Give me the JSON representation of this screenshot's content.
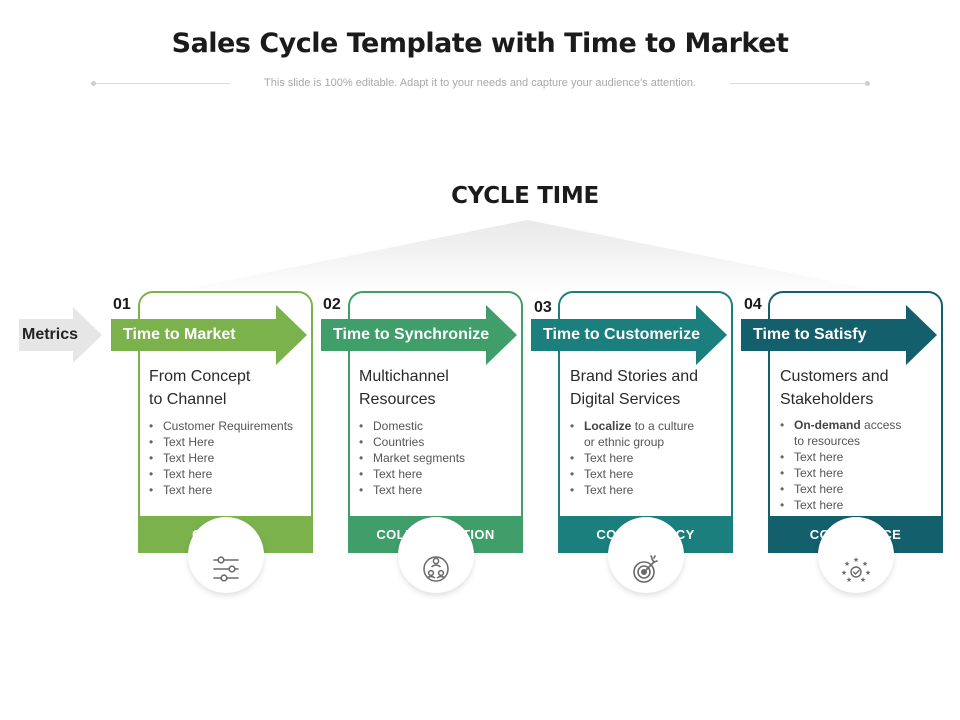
{
  "header": {
    "title": "Sales Cycle Template with Time to Market",
    "subtitle": "This slide is 100% editable. Adapt it to your needs and capture your audience's attention."
  },
  "cycle_label": "CYCLE TIME",
  "metrics_label": "Metrics",
  "colors": {
    "green_light": "#7bb24c",
    "green_mid": "#3f9e6a",
    "teal": "#1a7f7d",
    "teal_dark": "#135f6c"
  },
  "stages": [
    {
      "number": "01",
      "arrow_label": "Time to Market",
      "heading_line1": "From Concept",
      "heading_line2": "to Channel",
      "bullets": [
        "Customer Requirements",
        "Text Here",
        "Text Here",
        "Text here",
        "Text here"
      ],
      "band_label": "CONTROL",
      "icon": "sliders-icon"
    },
    {
      "number": "02",
      "arrow_label": "Time to Synchronize",
      "heading_line1": "Multichannel",
      "heading_line2": "Resources",
      "bullets": [
        "Domestic",
        "Countries",
        "Market segments",
        "Text here",
        "Text here"
      ],
      "band_label": "COLLABORATION",
      "icon": "team-icon"
    },
    {
      "number": "03",
      "arrow_label": "Time to Customerize",
      "heading_line1": "Brand Stories and",
      "heading_line2": "Digital Services",
      "bullet_first_bold": "Localize",
      "bullet_first_rest": "to a culture",
      "bullet_first_cont": "or ethnic group",
      "bullets": [
        "Text here",
        "Text here",
        "Text here"
      ],
      "band_label": "CONSISTENCY",
      "icon": "target-icon"
    },
    {
      "number": "04",
      "arrow_label": "Time to Satisfy",
      "heading_line1": "Customers and",
      "heading_line2": "Stakeholders",
      "bullet_first_bold": "On-demand",
      "bullet_first_rest": "access",
      "bullet_first_cont": "to resources",
      "bullets": [
        "Text here",
        "Text here",
        "Text here",
        "Text here"
      ],
      "band_label": "COMPLIANCE",
      "icon": "badge-stars-icon"
    }
  ]
}
